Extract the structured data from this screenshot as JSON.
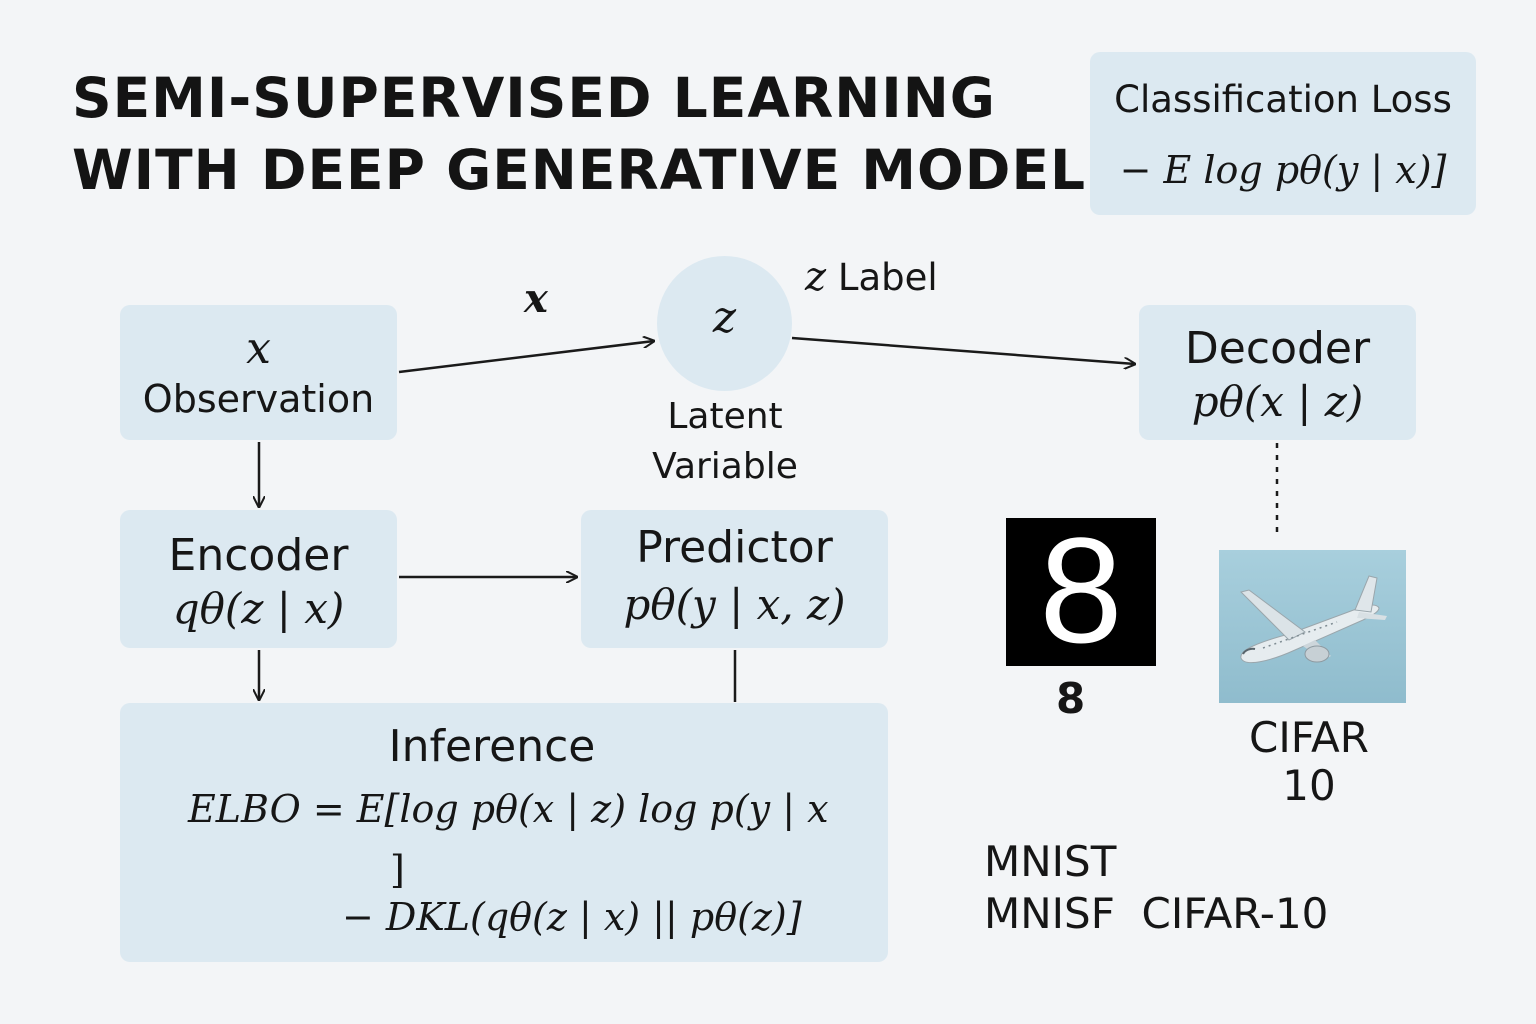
{
  "title": {
    "line1": "SEMI-SUPERVISED LEARNING",
    "line2": "WITH DEEP GENERATIVE MODELS"
  },
  "classification_loss": {
    "label": "Classification Loss",
    "formula": "− E log pθ(y | x)]"
  },
  "observation": {
    "symbol": "x",
    "label": "Observation"
  },
  "edge_label_x": "x",
  "latent": {
    "symbol": "z",
    "label_line1": "Latent",
    "label_line2": "Variable"
  },
  "z_label": {
    "symbol": "z",
    "text": "Label"
  },
  "decoder": {
    "label": "Decoder",
    "formula": "pθ(x | z)"
  },
  "encoder": {
    "label": "Encoder",
    "formula": "qθ(z | x)"
  },
  "predictor": {
    "label": "Predictor",
    "formula": "pθ(y | x, z)"
  },
  "inference": {
    "label": "Inference",
    "formula_line1": "ELBO = E[log pθ(x | z)  log p(y | x",
    "formula_line2": "]",
    "formula_line3": "− DKL(qθ(z | x) || pθ(z)]"
  },
  "mnist_digit": "8",
  "mnist_caption": "8",
  "cifar_caption_line1": "CIFAR",
  "cifar_caption_line2": "10",
  "datasets_line1": "MNIST",
  "datasets_line2": "MNISF  CIFAR-10",
  "icons": [
    "mnist-digit-image",
    "airplane-image"
  ]
}
